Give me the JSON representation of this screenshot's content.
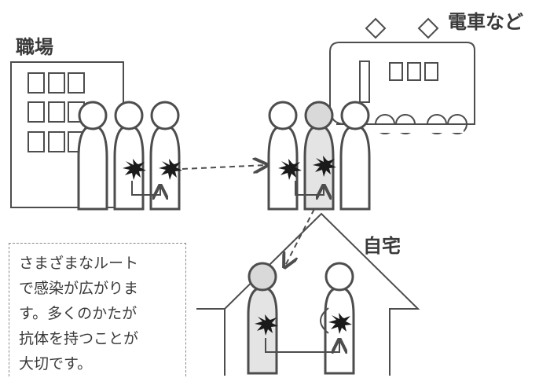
{
  "labels": {
    "workplace": "職場",
    "train": "電車など",
    "home": "自宅"
  },
  "note": {
    "lines": [
      "さまざまなルート",
      "で感染が広がりま",
      "す。多くのかたが",
      "抗体を持つことが",
      "大切です。"
    ]
  },
  "colors": {
    "outline": "#4d4d4d",
    "infected_head": "#d9d9d9",
    "infected_body": "#e4e4e4",
    "germ": "#1a1a1a"
  }
}
